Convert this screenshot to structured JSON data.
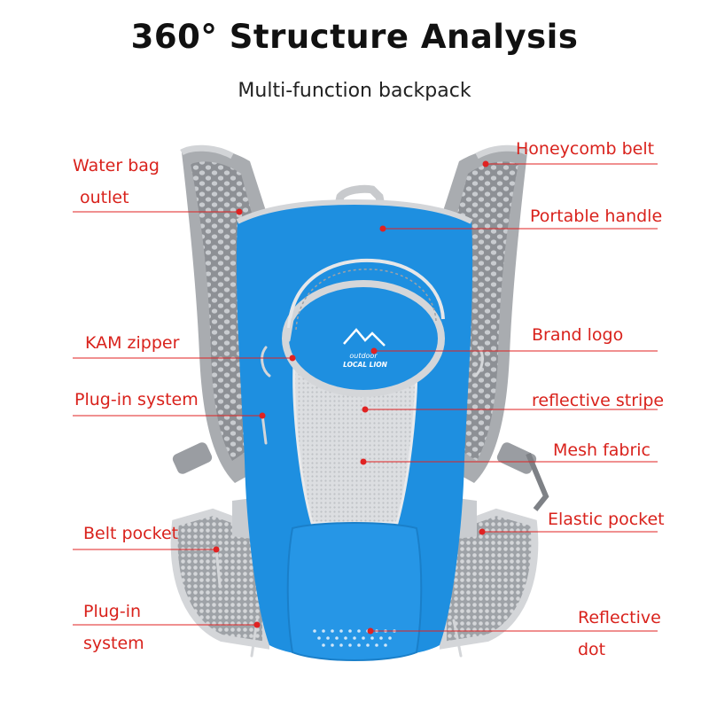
{
  "header": {
    "title": "360° Structure Analysis",
    "subtitle": "Multi-function backpack"
  },
  "product": {
    "logo_text": [
      "outdoor",
      "LOCAL LION"
    ],
    "main_color": "#1e8fe0",
    "mesh_color": "#d8dadc",
    "strap_color": "#8e9196",
    "label_color": "#d9221c"
  },
  "callouts": {
    "left": {
      "water_bag_outlet_1": "Water bag",
      "water_bag_outlet_2": "outlet",
      "kam_zipper": "KAM zipper",
      "plug_in_system": "Plug-in system",
      "belt_pocket": "Belt pocket",
      "plug_in_system_2a": "Plug-in",
      "plug_in_system_2b": "system"
    },
    "right": {
      "honeycomb_belt": "Honeycomb belt",
      "portable_handle": "Portable handle",
      "brand_logo": "Brand logo",
      "reflective_stripe": "reflective stripe",
      "mesh_fabric": "Mesh fabric",
      "elastic_pocket": "Elastic pocket",
      "reflective_dot_1": "Reflective",
      "reflective_dot_2": "dot"
    }
  }
}
